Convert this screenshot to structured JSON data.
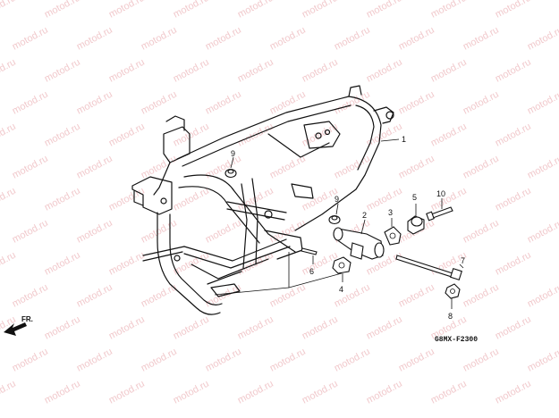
{
  "watermark": "motod.ru",
  "diagram_code": "G8MX-F2300",
  "direction_label": "FR.",
  "callouts": [
    {
      "id": "frame-body",
      "number": "1"
    },
    {
      "id": "engine-hanger",
      "number": "2"
    },
    {
      "id": "hanger-bushing",
      "number": "3"
    },
    {
      "id": "stopper-rubber",
      "number": "4"
    },
    {
      "id": "rubber-bushing",
      "number": "5"
    },
    {
      "id": "pin",
      "number": "6"
    },
    {
      "id": "long-bolt",
      "number": "7"
    },
    {
      "id": "lock-nut",
      "number": "8"
    },
    {
      "id": "frame-nut",
      "number": "9"
    },
    {
      "id": "hanger-nut",
      "number": "9"
    },
    {
      "id": "flange-bolt",
      "number": "10"
    }
  ]
}
